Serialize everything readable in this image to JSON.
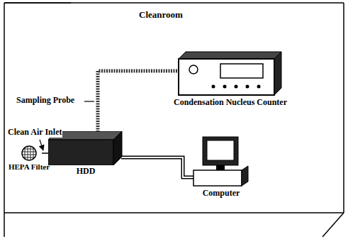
{
  "diagram": {
    "nodes": [
      {
        "text": [
          "Cleanroom"
        ]
      },
      {
        "text": [
          "HEPA Filter"
        ],
        "in": 0
      },
      {
        "text": [
          "HDD"
        ],
        "in": 0
      },
      {
        "text": [
          "Condensation Nucleus Counter"
        ],
        "in": 0
      },
      {
        "text": [
          "Computer"
        ],
        "in": 0
      }
    ],
    "edges": [
      {
        "from": 1,
        "to": 2,
        "arrow": "none"
      },
      {
        "from": 2,
        "to": 3,
        "arrow": "none"
      },
      {
        "from": 2,
        "to": 4,
        "arrow": "none"
      }
    ],
    "labels": [
      "Clean Air Inlet",
      "Sampling Probe"
    ]
  }
}
